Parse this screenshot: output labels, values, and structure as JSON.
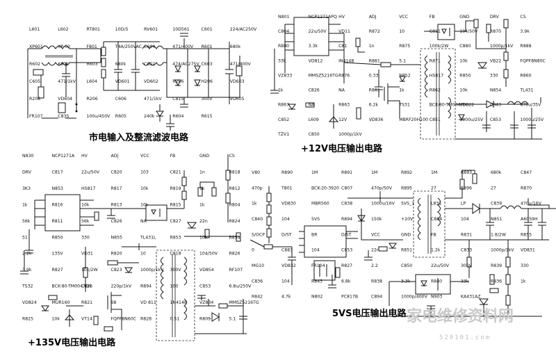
{
  "titles": {
    "mains": "市电输入及整流滤波电路",
    "v12": "+12V电压输出电路",
    "v135": "+135V电压输出电路",
    "v5vs": "5VS电压输出电路"
  },
  "watermark": {
    "text": "家电维修资料网",
    "url": "520101.com"
  },
  "mains": {
    "labels": [
      "L601",
      "L602",
      "RT801",
      "10D/5",
      "RV601",
      "10D561",
      "C601",
      "224/AC250V",
      "XP601",
      "XP-02",
      "F801",
      "T4A/250VAC",
      "C604",
      "471/400V",
      "R601",
      "680k",
      "R602",
      "680k",
      "R603",
      "680k",
      "C602",
      "474/AC275V",
      "C603",
      "471/400V",
      "C605",
      "471/1kV",
      "L604",
      "VD601",
      "VD602",
      "R206",
      "H206",
      "VD603",
      "R208",
      "VD604",
      "R206",
      "C606",
      "471/1kV",
      "C815",
      "300V",
      "VD605",
      "FR107",
      "C835",
      "100u/450V",
      "R605",
      "240k",
      "R604",
      "R615"
    ]
  },
  "v12": {
    "labels": [
      "N801",
      "NCP1271APQ",
      "HV",
      "ADJ",
      "VCC",
      "FB",
      "GND",
      "DRV",
      "CS",
      "C804",
      "22u/50V",
      "VD11",
      "R872",
      "10",
      "C811",
      "104/50V",
      "R870",
      "3.9k",
      "R880",
      "3.3k",
      "C81",
      "1n",
      "R875",
      "100k/2W",
      "C880",
      "1000p/1kV",
      "R888",
      "33k",
      "VD812",
      "IN4148",
      "R881",
      "5.1",
      "R871",
      "10k",
      "VB22",
      "FQPF8N80C",
      "VZ833",
      "MMSZ5216TG",
      "R876",
      "0.33",
      "N852",
      "HS817",
      "R850",
      "330",
      "R860",
      "1k",
      "C826",
      "NA",
      "R861",
      "1k",
      "R862",
      "10k",
      "N854",
      "TL431",
      "R867",
      "NA",
      "R863",
      "6.2k",
      "TS31",
      "BCK-80-TM00470L",
      "VD822",
      "C843",
      "470u/35V",
      "C852",
      "L609",
      "12V",
      "VD836",
      "MBRF20H100",
      "C851",
      "1000u/25V",
      "C853",
      "1000u/25V",
      "TZV1",
      "C850",
      "1000p/1kV"
    ]
  },
  "v135": {
    "labels": [
      "N830",
      "NCP1271A",
      "HV",
      "ADJ",
      "VCC",
      "FB",
      "GND",
      "CS",
      "DRV",
      "C817",
      "22u/50V",
      "C820",
      "103",
      "C821",
      "1n",
      "R818",
      "3K3",
      "N853",
      "HS817",
      "R817",
      "10k",
      "R819",
      "1k",
      "R812",
      "1k",
      "R816",
      "10k",
      "R813",
      "10k",
      "R815",
      "1k",
      "R804",
      "56k",
      "R811",
      "56k",
      "C826",
      "NA",
      "C827",
      "22n",
      "R824",
      "51",
      "R850",
      "330",
      "N855",
      "TL431L",
      "R853",
      "10k",
      "R854",
      "2.2k",
      "135V",
      "VD31",
      "R820",
      "10",
      "C818",
      "104/50V",
      "R826",
      "3.9k",
      "R827",
      "10k/2W",
      "C823",
      "1000p/1kV",
      "300V",
      "VD854",
      "RF107",
      "TS32",
      "BCK-80-TM00470N",
      "C825",
      "220p/1kV",
      "R894",
      "100",
      "C853",
      "6.8u/250V",
      "VD824",
      "MUR160",
      "R821",
      "68",
      "VD 811",
      "1N4148",
      "VZ834",
      "MMSZ5216TG",
      "R825",
      "10k",
      "VT14",
      "FQPF8N60C",
      "R828",
      "0.51",
      "R809",
      "5.1"
    ]
  },
  "v5vs": {
    "labels": [
      "V80",
      "R890",
      "1M",
      "R891",
      "1M",
      "R892",
      "1M",
      "R893",
      "680k",
      "C847",
      "470p",
      "T801",
      "BCK-20-3920",
      "C807",
      "470p/50V",
      "R895",
      "27",
      "R896",
      "27",
      "R870",
      "1k",
      "VD830",
      "MBR560",
      "C838",
      "1000u/16V",
      "5VS_1",
      "L831",
      "LP",
      "C839",
      "470u/16V",
      "C840",
      "104",
      "5VS",
      "R894",
      "150k",
      "+20V",
      "C884",
      "104",
      "N851",
      "A6059H",
      "S/OCP",
      "D/ST",
      "BR",
      "D/ST",
      "VCC",
      "GND",
      "FB",
      "R831",
      "1.8/2W",
      "R855",
      "0",
      "C883",
      "104",
      "C853",
      "22n",
      "R851",
      "1.2k",
      "C833",
      "1000p/1kV",
      "VD831",
      "MG10",
      "VD832",
      "FR104",
      "R827",
      "2.2",
      "C850",
      "22u/50V",
      "300V",
      "R839",
      "330",
      "C836",
      "104",
      "R843",
      "6.8k",
      "R838",
      "3.3k",
      "R840",
      "33k",
      "R836",
      "1k",
      "R842",
      "4.7k",
      "N802",
      "PC817B",
      "C894",
      "1000p/400V",
      "N903",
      "KA431AZ"
    ]
  }
}
